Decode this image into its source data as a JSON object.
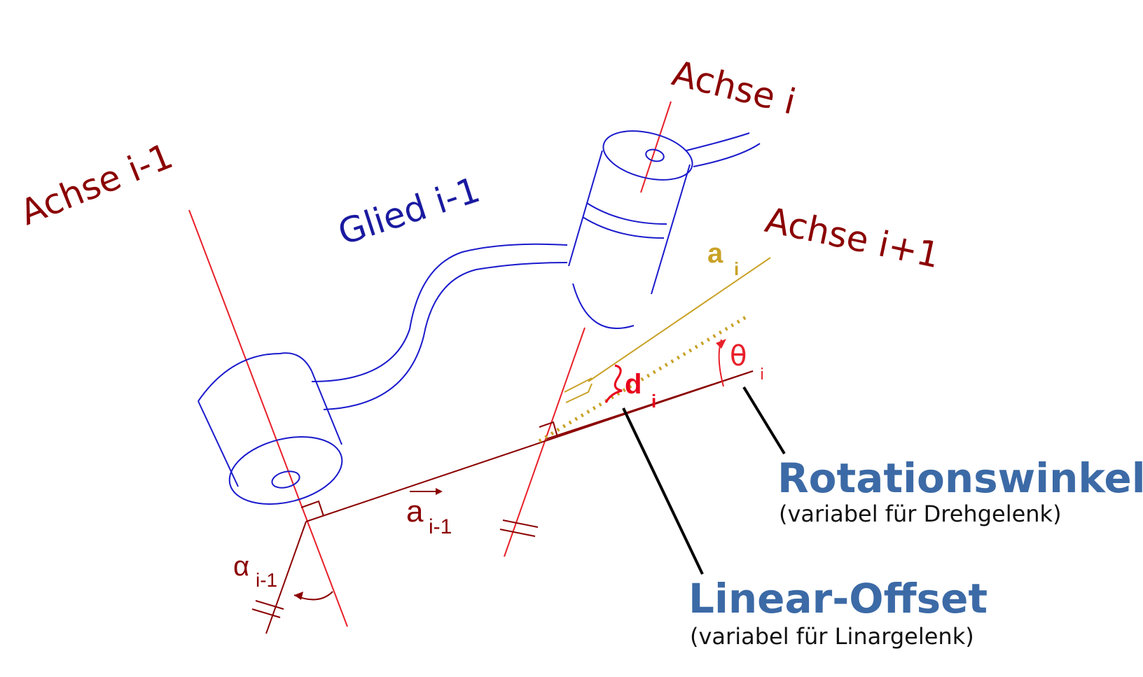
{
  "labels": {
    "axis_prev": "Achse i-1",
    "axis_curr": "Achse i",
    "axis_next": "Achse i+1",
    "link": "Glied i-1",
    "a_i": "a",
    "a_i_sub": "i",
    "d_i": "d",
    "d_i_sub": "i",
    "theta_i": "θ",
    "theta_i_sub": "i",
    "a_prev": "a",
    "a_prev_sub": "i-1",
    "alpha_prev": "α",
    "alpha_prev_sub": "i-1"
  },
  "callouts": {
    "rotation": {
      "title": "Rotationswinkel",
      "subtitle": "(variabel für Drehgelenk)"
    },
    "offset": {
      "title": "Linear-Offset",
      "subtitle": "(variabel für Linargelenk)"
    }
  },
  "colors": {
    "axis": "#e8202a",
    "common_normal": "#8b0000",
    "link": "#1a1acc",
    "a_i": "#c9a227",
    "d_i": "#e8001c",
    "callout_title": "#3c6aa6"
  }
}
